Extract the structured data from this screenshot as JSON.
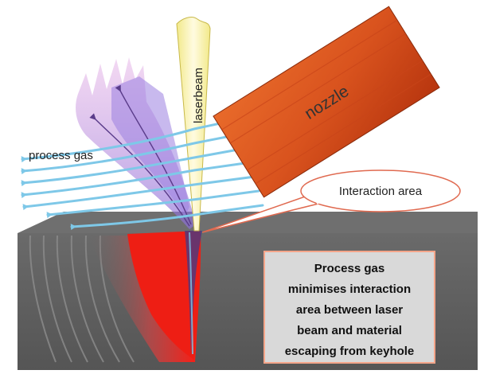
{
  "labels": {
    "laser_beam": "laserbeam",
    "nozzle": "nozzle",
    "process_gas": "process gas",
    "interaction_area": "Interaction area"
  },
  "info_box": {
    "lines": [
      "Process gas",
      "minimises interaction",
      "area between laser",
      "beam and material",
      "escaping from keyhole"
    ]
  },
  "colors": {
    "nozzle": "#d9531e",
    "laser_beam": "#f6f0a4",
    "gas_arrows": "#7ec8e8",
    "plume": "#c89ee0",
    "melt_pool": "#e8201c",
    "material_top": "#6e6e6e",
    "material_front": "#5f5f5f",
    "callout_border": "#e06a50",
    "info_box_bg": "#d9d9d9",
    "info_box_border": "#f4a58a"
  }
}
